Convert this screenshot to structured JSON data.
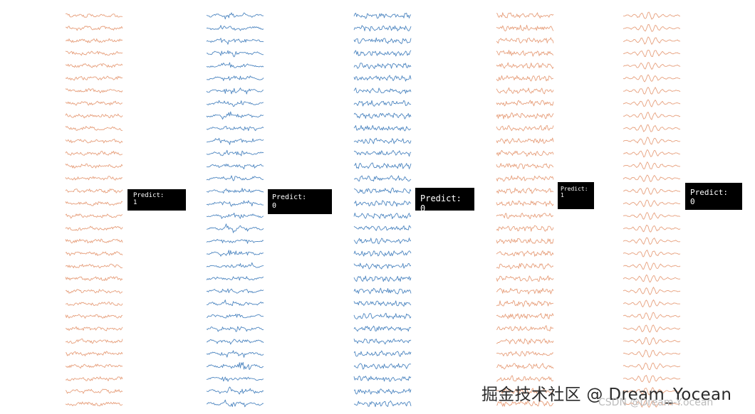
{
  "panels": [
    {
      "color": "#e7a07d",
      "prediction_label": "Predict:",
      "prediction_value": "1",
      "signal_style": "noisy",
      "trace_count": 32
    },
    {
      "color": "#4f87c1",
      "prediction_label": "Predict:",
      "prediction_value": "0",
      "signal_style": "smooth-bursts",
      "trace_count": 32
    },
    {
      "color": "#4f87c1",
      "prediction_label": "Predict:",
      "prediction_value": "0",
      "signal_style": "dense",
      "trace_count": 32
    },
    {
      "color": "#e7a07d",
      "prediction_label": "Predict:",
      "prediction_value": "1",
      "signal_style": "dense",
      "trace_count": 32
    },
    {
      "color": "#e7a07d",
      "prediction_label": "Predict:",
      "prediction_value": "0",
      "signal_style": "periodic",
      "trace_count": 32
    }
  ],
  "watermark": {
    "primary": "掘金技术社区 @ Dream_Yocean",
    "secondary": "CSDN @Dream-Y.ocean"
  }
}
